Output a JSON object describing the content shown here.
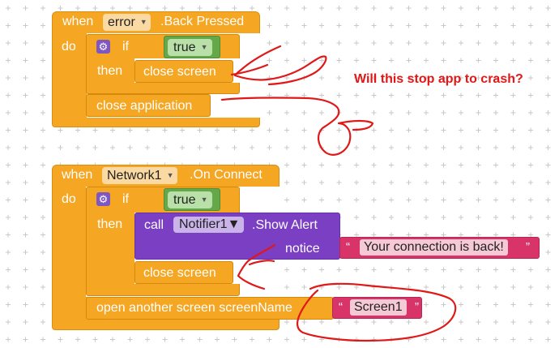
{
  "block1": {
    "event_when": "when",
    "component": "error",
    "event_name": ".Back Pressed",
    "do_label": "do",
    "if_label": "if",
    "condition": "true",
    "then_label": "then",
    "then_action": "close screen",
    "after_if": "close application"
  },
  "block2": {
    "event_when": "when",
    "component": "Network1",
    "event_name": ".On Connect",
    "do_label": "do",
    "if_label": "if",
    "condition": "true",
    "then_label": "then",
    "call_label": "call",
    "notifier": "Notifier1",
    "method": ".Show Alert",
    "notice_label": "notice",
    "notice_text": "Your connection is back!",
    "then_action_2": "close screen",
    "open_label": "open another screen  screenName",
    "screen_name": "Screen1"
  },
  "annotation": {
    "question": "Will this stop app to crash?"
  },
  "colors": {
    "event": "#F5A623",
    "logic": "#65A84A",
    "procedure": "#7B3FC4",
    "text": "#D8346A",
    "annotation": "#E01818"
  }
}
